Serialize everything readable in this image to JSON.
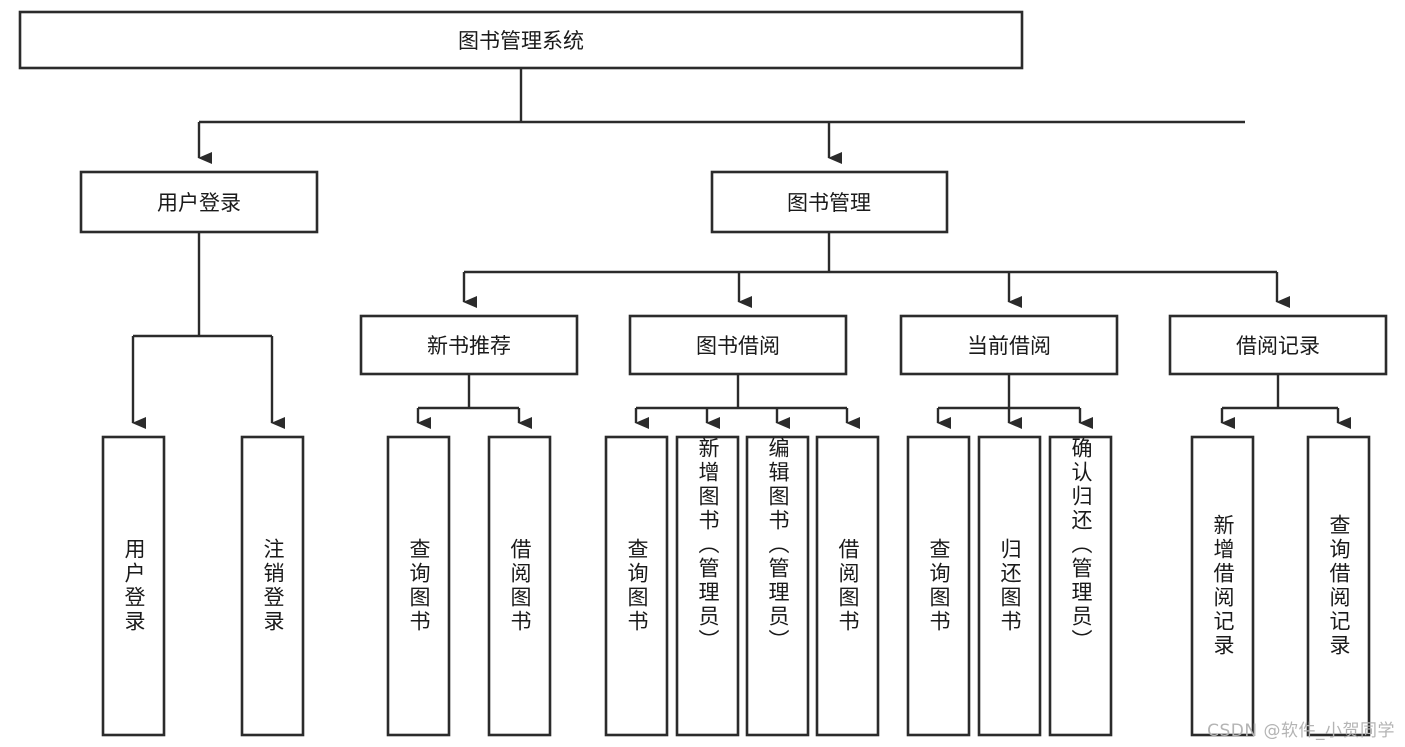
{
  "diagram": {
    "type": "tree-hierarchy",
    "orientation": "top-down",
    "background_color": "#ffffff",
    "line_color": "#2b2b2b",
    "text_color": "#1a1a1a",
    "watermark_color": "#b4b4b4"
  },
  "watermark": {
    "text": "CSDN @软件_小贺同学"
  },
  "root": {
    "label": "图书管理系统"
  },
  "level2": [
    {
      "label": "用户登录"
    },
    {
      "label": "图书管理"
    }
  ],
  "level3": [
    {
      "label": "新书推荐"
    },
    {
      "label": "图书借阅"
    },
    {
      "label": "当前借阅"
    },
    {
      "label": "借阅记录"
    }
  ],
  "leaves": {
    "user_login": [
      {
        "label": "用户登录"
      },
      {
        "label": "注销登录"
      }
    ],
    "new_book": [
      {
        "label": "查询图书"
      },
      {
        "label": "借阅图书"
      }
    ],
    "book_borrow": [
      {
        "label": "查询图书"
      },
      {
        "label": "新增图书（管理员）"
      },
      {
        "label": "编辑图书（管理员）"
      },
      {
        "label": "借阅图书"
      }
    ],
    "current_borrow": [
      {
        "label": "查询图书"
      },
      {
        "label": "归还图书"
      },
      {
        "label": "确认归还（管理员）"
      }
    ],
    "borrow_record": [
      {
        "label": "新增借阅记录"
      },
      {
        "label": "查询借阅记录"
      }
    ]
  }
}
